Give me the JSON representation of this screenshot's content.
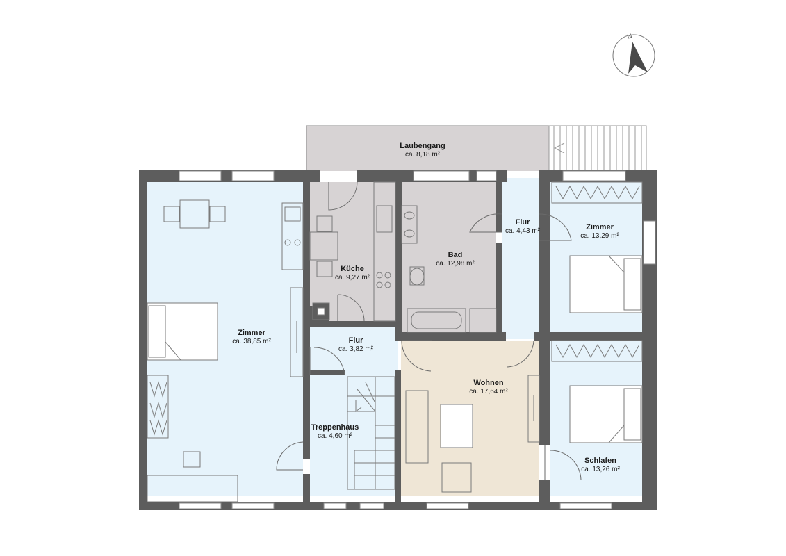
{
  "plan": {
    "rooms": [
      {
        "id": "laubengang",
        "name": "Laubengang",
        "area": "ca. 8,18 m²"
      },
      {
        "id": "zimmer-west",
        "name": "Zimmer",
        "area": "ca. 38,85 m²"
      },
      {
        "id": "kueche",
        "name": "Küche",
        "area": "ca. 9,27 m²"
      },
      {
        "id": "bad",
        "name": "Bad",
        "area": "ca. 12,98 m²"
      },
      {
        "id": "flur-north",
        "name": "Flur",
        "area": "ca. 4,43 m²"
      },
      {
        "id": "zimmer-east",
        "name": "Zimmer",
        "area": "ca. 13,29 m²"
      },
      {
        "id": "flur-mid",
        "name": "Flur",
        "area": "ca. 3,82 m²"
      },
      {
        "id": "wohnen",
        "name": "Wohnen",
        "area": "ca. 17,64 m²"
      },
      {
        "id": "treppenhaus",
        "name": "Treppenhaus",
        "area": "ca. 4,60 m²"
      },
      {
        "id": "schlafen",
        "name": "Schlafen",
        "area": "ca. 13,26 m²"
      }
    ],
    "compass": {
      "label": "N",
      "icon": "north-arrow-icon"
    },
    "colors": {
      "wall": "#5d5d5d",
      "room_blue": "#e6f3fb",
      "kitchen_grey": "#d7d3d4",
      "living_beige": "#efe6d6",
      "furniture_line": "#7a7a7a"
    }
  }
}
